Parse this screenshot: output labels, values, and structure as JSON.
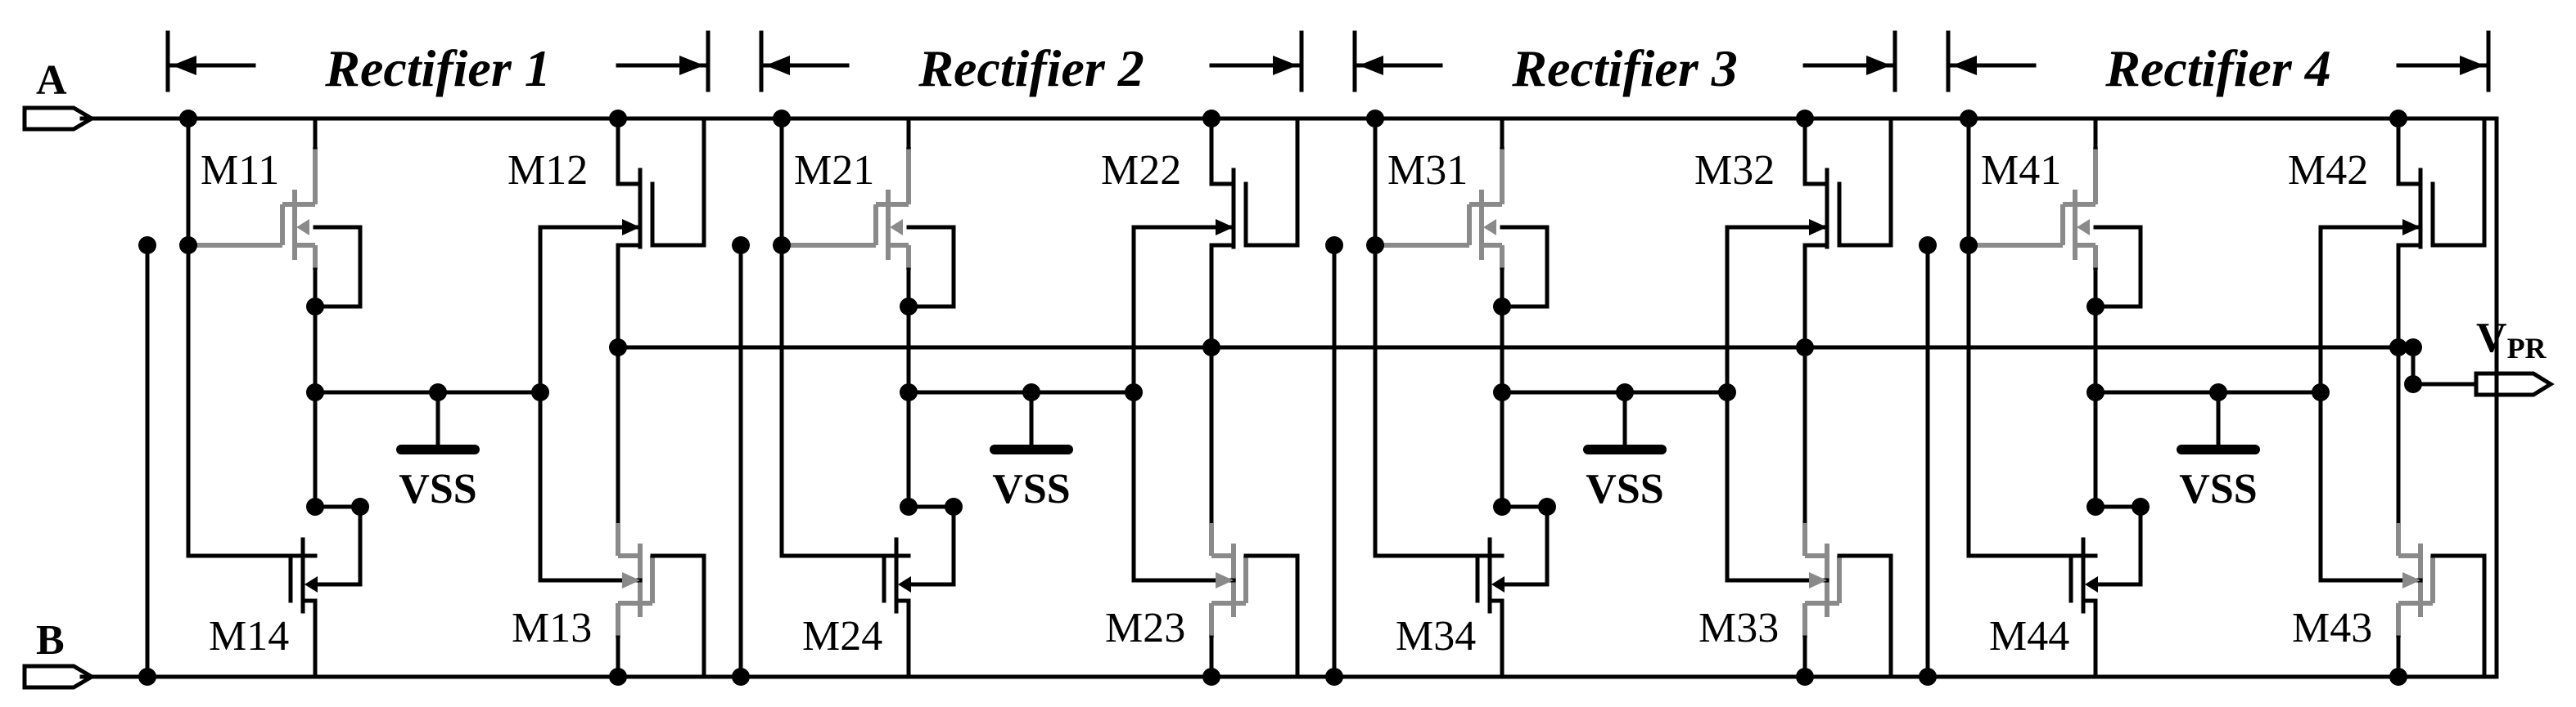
{
  "ports": {
    "a": "A",
    "b": "B",
    "vpr_main": "V",
    "vpr_sub": "PR"
  },
  "vss_label": "VSS",
  "rectifiers": [
    {
      "title": "Rectifier 1",
      "m_tl": "M11",
      "m_tr": "M12",
      "m_br": "M13",
      "m_bl": "M14"
    },
    {
      "title": "Rectifier 2",
      "m_tl": "M21",
      "m_tr": "M22",
      "m_br": "M23",
      "m_bl": "M24"
    },
    {
      "title": "Rectifier 3",
      "m_tl": "M31",
      "m_tr": "M32",
      "m_br": "M33",
      "m_bl": "M34"
    },
    {
      "title": "Rectifier 4",
      "m_tl": "M41",
      "m_tr": "M42",
      "m_br": "M43",
      "m_bl": "M44"
    }
  ],
  "colors": {
    "wire": "#000000",
    "grey_transistor": "#8a8a8a"
  }
}
